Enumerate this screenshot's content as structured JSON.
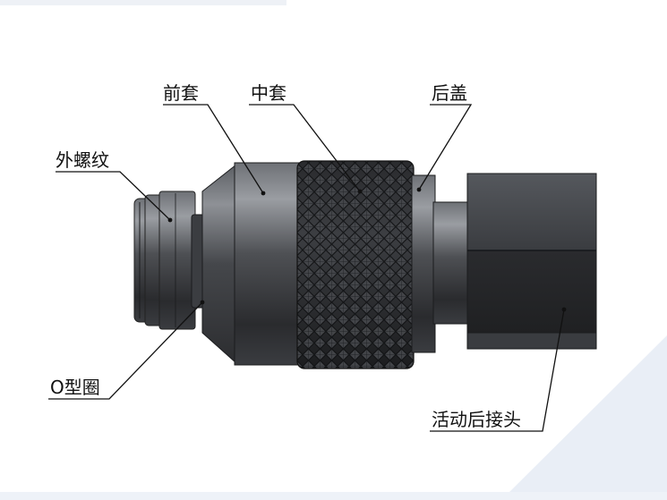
{
  "labels": {
    "outer_thread": "外螺纹",
    "front_sleeve": "前套",
    "middle_sleeve": "中套",
    "rear_cap": "后盖",
    "o_ring": "O型圈",
    "rear_joint": "活动后接头"
  },
  "colors": {
    "background": "#ffffff",
    "metal_dark": "#2a2b2e",
    "metal_mid": "#4a4c50",
    "metal_light": "#8a8d92",
    "leader": "#111111",
    "corner_tint": "#e9eef6"
  }
}
